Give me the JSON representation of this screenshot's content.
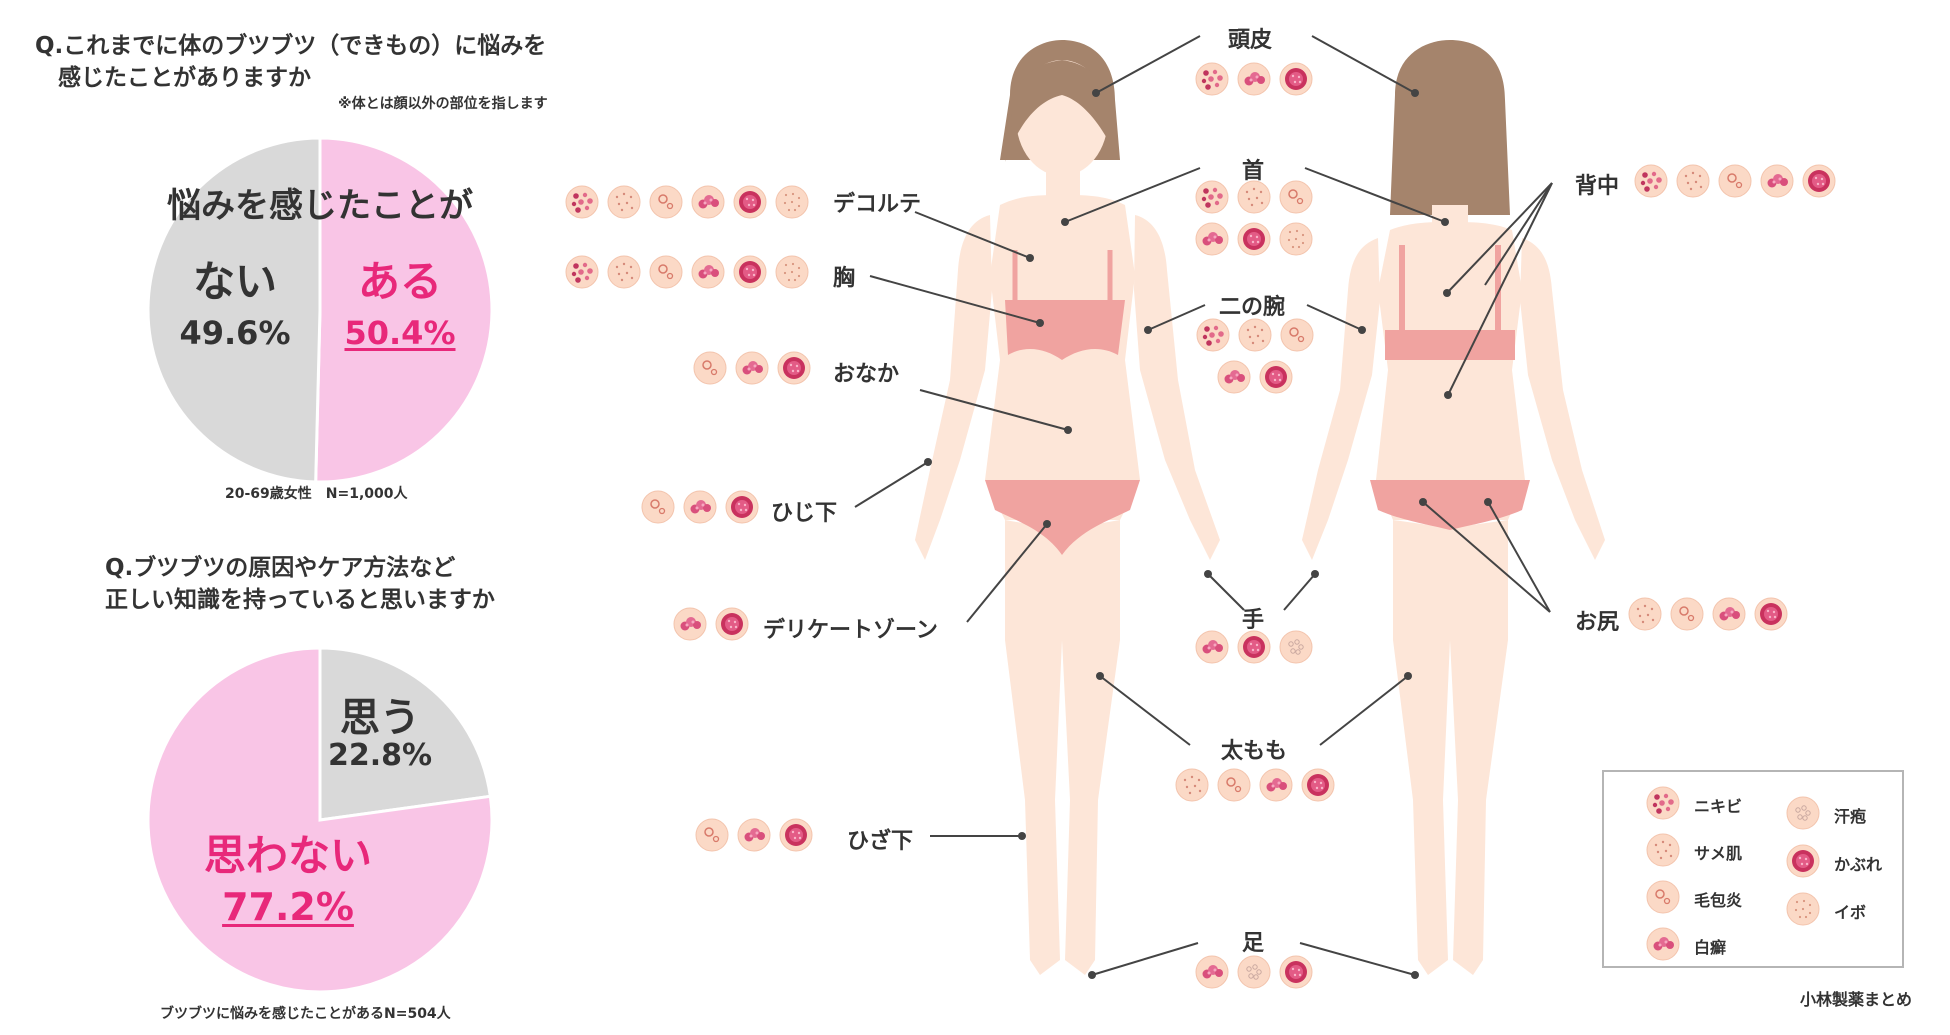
{
  "chart_data": [
    {
      "type": "pie",
      "title": "Q.これまでに体のブツブツ（できもの）に悩みを\n　感じたことがありますか",
      "subtitle": "※体とは顔以外の部位を指します",
      "header_label": "悩みを感じたことが",
      "slices": [
        {
          "label": "ある",
          "value": 50.4,
          "pct_text": "50.4%",
          "color": "#f9c5e6"
        },
        {
          "label": "ない",
          "value": 49.6,
          "pct_text": "49.6%",
          "color": "#d9d9d9"
        }
      ],
      "footnote": "20-69歳女性　N=1,000人"
    },
    {
      "type": "pie",
      "title": "Q.ブツブツの原因やケア方法など\n正しい知識を持っていると思いますか",
      "slices": [
        {
          "label": "思う",
          "value": 22.8,
          "pct_text": "22.8%",
          "color": "#d9d9d9"
        },
        {
          "label": "思わない",
          "value": 77.2,
          "pct_text": "77.2%",
          "color": "#f9c5e6"
        }
      ],
      "footnote": "ブツブツに悩みを感じたことがあるN=504人"
    }
  ],
  "body_parts": [
    {
      "id": "head",
      "label": "頭皮",
      "icons": [
        "nikibi",
        "kaburesub",
        "kabure"
      ]
    },
    {
      "id": "neck",
      "label": "首",
      "icons": [
        "nikibi",
        "same",
        "moho",
        "hakusen",
        "kabure",
        "ibo"
      ]
    },
    {
      "id": "decollete",
      "label": "デコルテ",
      "icons": [
        "nikibi",
        "same",
        "moho",
        "hakusen",
        "kabure",
        "ibo"
      ]
    },
    {
      "id": "chest",
      "label": "胸",
      "icons": [
        "nikibi",
        "same",
        "moho",
        "hakusen",
        "kabure",
        "ibo"
      ]
    },
    {
      "id": "upperarm",
      "label": "二の腕",
      "icons": [
        "nikibi",
        "same",
        "moho",
        "hakusen",
        "kabure"
      ]
    },
    {
      "id": "belly",
      "label": "おなか",
      "icons": [
        "moho",
        "hakusen",
        "kabure"
      ]
    },
    {
      "id": "elbow",
      "label": "ひじ下",
      "icons": [
        "moho",
        "hakusen",
        "kabure"
      ]
    },
    {
      "id": "delicate",
      "label": "デリケートゾーン",
      "icons": [
        "hakusen",
        "kabure"
      ]
    },
    {
      "id": "hand",
      "label": "手",
      "icons": [
        "hakusen",
        "kabure",
        "asemo"
      ]
    },
    {
      "id": "thigh",
      "label": "太もも",
      "icons": [
        "same",
        "moho",
        "hakusen",
        "kabure"
      ]
    },
    {
      "id": "knee",
      "label": "ひざ下",
      "icons": [
        "moho",
        "hakusen",
        "kabure"
      ]
    },
    {
      "id": "foot",
      "label": "足",
      "icons": [
        "hakusen",
        "asemo",
        "kabure"
      ]
    },
    {
      "id": "back",
      "label": "背中",
      "icons": [
        "nikibi",
        "same",
        "moho",
        "hakusen",
        "kabure"
      ]
    },
    {
      "id": "butt",
      "label": "お尻",
      "icons": [
        "same",
        "moho",
        "hakusen",
        "kabure"
      ]
    }
  ],
  "legend": [
    {
      "icon": "nikibi",
      "label": "ニキビ"
    },
    {
      "icon": "same",
      "label": "サメ肌"
    },
    {
      "icon": "moho",
      "label": "毛包炎"
    },
    {
      "icon": "hakusen",
      "label": "白癬"
    },
    {
      "icon": "asemo",
      "label": "汗疱"
    },
    {
      "icon": "kabure",
      "label": "かぶれ"
    },
    {
      "icon": "ibo",
      "label": "イボ"
    }
  ],
  "credit": "小林製薬まとめ",
  "colors": {
    "skin": "#fde6d8",
    "hair": "#a5846c",
    "underwear": "#f0a3a0",
    "pink_text": "#e8287a",
    "grey_slice": "#d9d9d9",
    "pink_slice": "#f9c5e6"
  }
}
